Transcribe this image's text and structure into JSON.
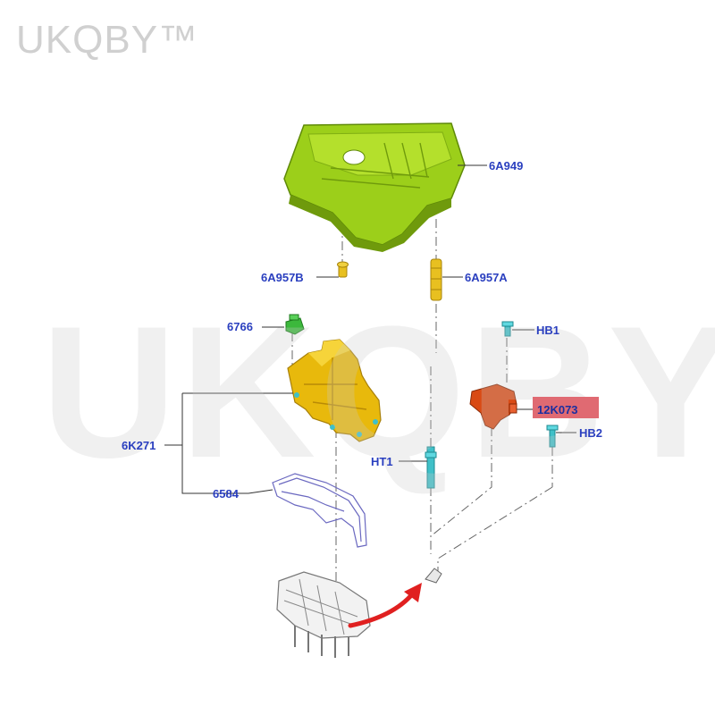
{
  "watermark": {
    "small": "UKQBY™",
    "large": "UKQBY™"
  },
  "labels": {
    "p6A949": "6A949",
    "p6A957B": "6A957B",
    "p6A957A": "6A957A",
    "p6766": "6766",
    "pHB1": "HB1",
    "p12K073": "12K073",
    "pHB2": "HB2",
    "p6K271": "6K271",
    "pHT1": "HT1",
    "p6584": "6584"
  },
  "colors": {
    "cover": "#9ccf1a",
    "cover_dark": "#6f9a0c",
    "bracket": "#e8b90c",
    "bracket_dark": "#b88a06",
    "cap": "#3cb83c",
    "sensor": "#d94a14",
    "bolt": "#3fc0c8",
    "label": "#2a3fbf",
    "highlight": "#e06a72",
    "arrow": "#e02020"
  }
}
